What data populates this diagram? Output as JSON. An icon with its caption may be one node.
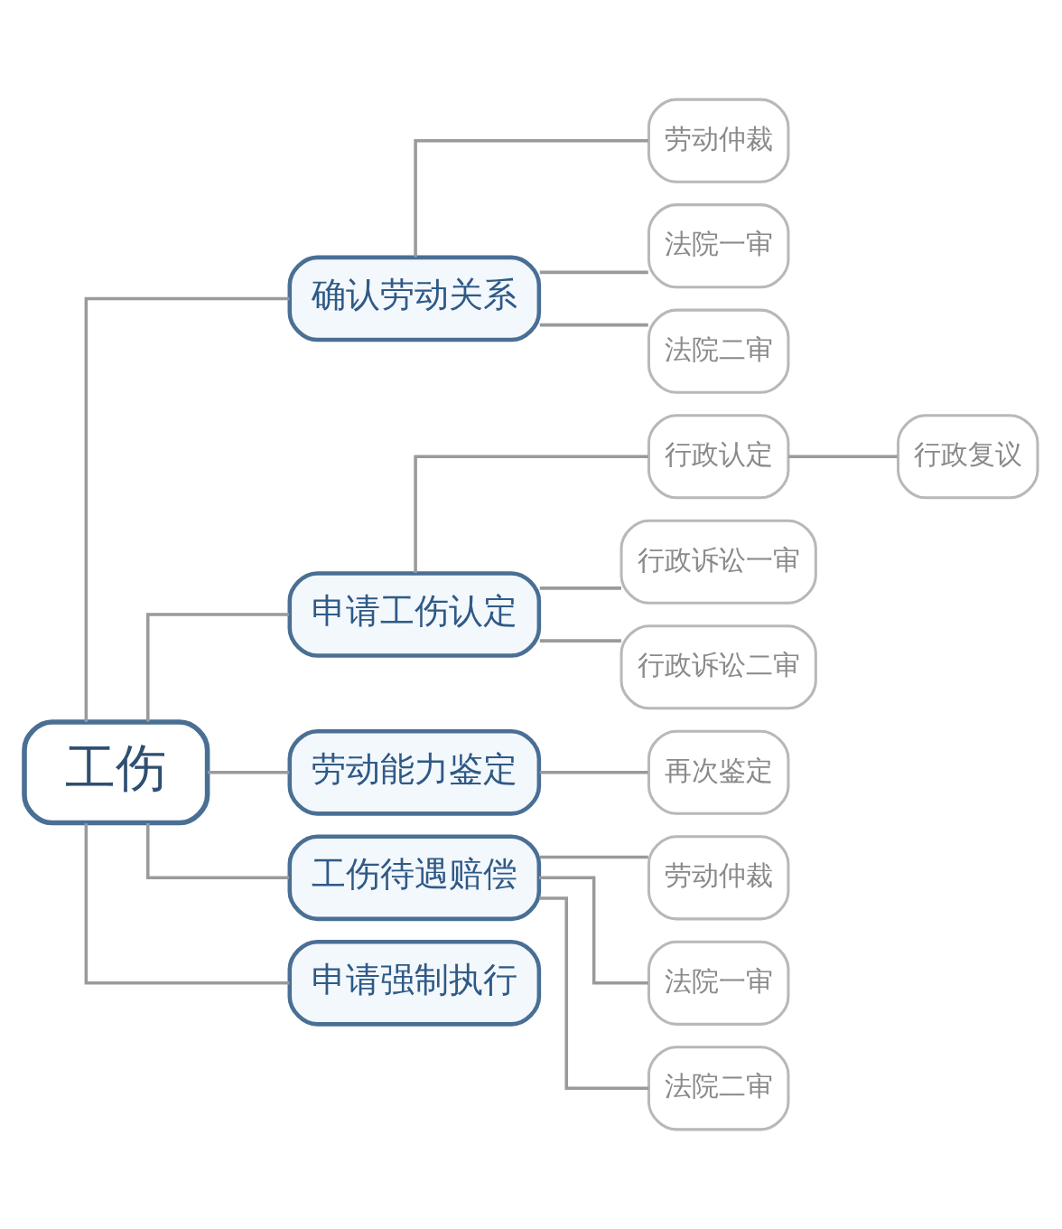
{
  "diagram": {
    "nodes": [
      {
        "text": [
          "工伤"
        ]
      },
      {
        "text": [
          "确认劳动关系"
        ]
      },
      {
        "text": [
          "劳动仲裁"
        ]
      },
      {
        "text": [
          "法院一审"
        ]
      },
      {
        "text": [
          "法院二审"
        ]
      },
      {
        "text": [
          "申请工伤认定"
        ]
      },
      {
        "text": [
          "行政认定"
        ]
      },
      {
        "text": [
          "行政复议"
        ]
      },
      {
        "text": [
          "行政诉讼一审"
        ]
      },
      {
        "text": [
          "行政诉讼二审"
        ]
      },
      {
        "text": [
          "劳动能力鉴定"
        ]
      },
      {
        "text": [
          "再次鉴定"
        ]
      },
      {
        "text": [
          "工伤待遇赔偿"
        ]
      },
      {
        "text": [
          "劳动仲裁"
        ]
      },
      {
        "text": [
          "法院一审"
        ]
      },
      {
        "text": [
          "法院二审"
        ]
      },
      {
        "text": [
          "申请强制执行"
        ]
      }
    ],
    "edges": [
      {
        "from": 0,
        "to": 1,
        "arrow": "none"
      },
      {
        "from": 1,
        "to": 2,
        "arrow": "none"
      },
      {
        "from": 1,
        "to": 3,
        "arrow": "none"
      },
      {
        "from": 1,
        "to": 4,
        "arrow": "none"
      },
      {
        "from": 0,
        "to": 5,
        "arrow": "none"
      },
      {
        "from": 5,
        "to": 6,
        "arrow": "none"
      },
      {
        "from": 6,
        "to": 7,
        "arrow": "none"
      },
      {
        "from": 5,
        "to": 8,
        "arrow": "none"
      },
      {
        "from": 5,
        "to": 9,
        "arrow": "none"
      },
      {
        "from": 0,
        "to": 10,
        "arrow": "none"
      },
      {
        "from": 10,
        "to": 11,
        "arrow": "none"
      },
      {
        "from": 0,
        "to": 12,
        "arrow": "none"
      },
      {
        "from": 12,
        "to": 13,
        "arrow": "none"
      },
      {
        "from": 12,
        "to": 14,
        "arrow": "none"
      },
      {
        "from": 12,
        "to": 15,
        "arrow": "none"
      },
      {
        "from": 0,
        "to": 16,
        "arrow": "none"
      }
    ]
  }
}
